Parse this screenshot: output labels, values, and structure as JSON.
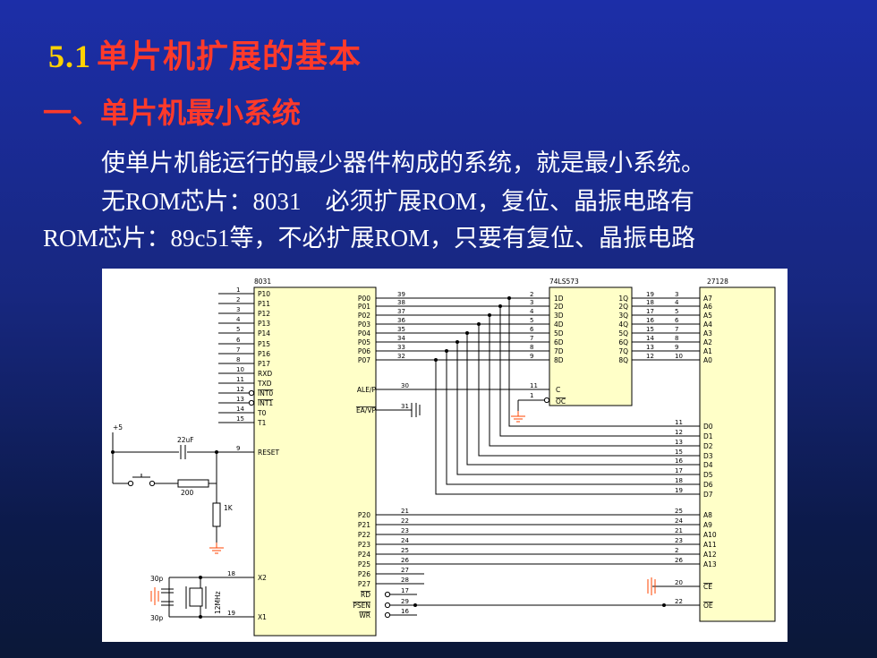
{
  "slide": {
    "title_num": "5.1",
    "title_text": "单片机扩展的基本",
    "subtitle": "一、单片机最小系统",
    "line1": "使单片机能运行的最少器件构成的系统，就是最小系统。",
    "line2": "无ROM芯片：8031　必须扩展ROM，复位、晶振电路有",
    "line3": "ROM芯片：89c51等，不必扩展ROM，只要有复位、晶振电路"
  },
  "colors": {
    "title_num": "#ffd200",
    "title_zh": "#ff3a2a",
    "text": "#ffffff",
    "chip_fill": "#ffffc8",
    "wire": "#000000",
    "ground": "#ff4400"
  },
  "diagram": {
    "chip1": {
      "name": "8031",
      "left_pins": [
        {
          "num": "1",
          "label": "P10"
        },
        {
          "num": "2",
          "label": "P11"
        },
        {
          "num": "3",
          "label": "P12"
        },
        {
          "num": "4",
          "label": "P13"
        },
        {
          "num": "5",
          "label": "P14"
        },
        {
          "num": "6",
          "label": "P15"
        },
        {
          "num": "7",
          "label": "P16"
        },
        {
          "num": "8",
          "label": "P17"
        },
        {
          "num": "10",
          "label": "RXD"
        },
        {
          "num": "11",
          "label": "TXD"
        },
        {
          "num": "12",
          "label": "INT0"
        },
        {
          "num": "13",
          "label": "INT1"
        },
        {
          "num": "14",
          "label": "T0"
        },
        {
          "num": "15",
          "label": "T1"
        }
      ],
      "reset": {
        "num": "9",
        "label": "RESET"
      },
      "x2": {
        "num": "18",
        "label": "X2"
      },
      "x1": {
        "num": "19",
        "label": "X1"
      },
      "p0_pins": [
        {
          "num": "39",
          "label": "P00"
        },
        {
          "num": "38",
          "label": "P01"
        },
        {
          "num": "37",
          "label": "P02"
        },
        {
          "num": "36",
          "label": "P03"
        },
        {
          "num": "35",
          "label": "P04"
        },
        {
          "num": "34",
          "label": "P05"
        },
        {
          "num": "33",
          "label": "P06"
        },
        {
          "num": "32",
          "label": "P07"
        }
      ],
      "ale": {
        "num": "30",
        "label": "ALE/P"
      },
      "ea": {
        "num": "31",
        "label": "EA/VP"
      },
      "p2_pins": [
        {
          "num": "21",
          "label": "P20"
        },
        {
          "num": "22",
          "label": "P21"
        },
        {
          "num": "23",
          "label": "P22"
        },
        {
          "num": "24",
          "label": "P23"
        },
        {
          "num": "25",
          "label": "P24"
        },
        {
          "num": "26",
          "label": "P25"
        },
        {
          "num": "27",
          "label": "P26"
        },
        {
          "num": "28",
          "label": "P27"
        }
      ],
      "rd": {
        "num": "17",
        "label": "RD"
      },
      "psen": {
        "num": "29",
        "label": "PSEN"
      },
      "wr": {
        "num": "16",
        "label": "WR"
      }
    },
    "chip2": {
      "name": "74LS573",
      "d_pins": [
        {
          "num": "2",
          "label": "1D"
        },
        {
          "num": "3",
          "label": "2D"
        },
        {
          "num": "4",
          "label": "3D"
        },
        {
          "num": "5",
          "label": "4D"
        },
        {
          "num": "6",
          "label": "5D"
        },
        {
          "num": "7",
          "label": "6D"
        },
        {
          "num": "8",
          "label": "7D"
        },
        {
          "num": "9",
          "label": "8D"
        }
      ],
      "q_pins": [
        {
          "num": "19",
          "label": "1Q"
        },
        {
          "num": "18",
          "label": "2Q"
        },
        {
          "num": "17",
          "label": "3Q"
        },
        {
          "num": "16",
          "label": "4Q"
        },
        {
          "num": "15",
          "label": "5Q"
        },
        {
          "num": "14",
          "label": "6Q"
        },
        {
          "num": "13",
          "label": "7Q"
        },
        {
          "num": "12",
          "label": "8Q"
        }
      ],
      "c": {
        "num": "11",
        "label": "C"
      },
      "oc": {
        "num": "1",
        "label": "OC"
      }
    },
    "chip3": {
      "name": "27128",
      "a_pins": [
        {
          "num": "3",
          "label": "A7"
        },
        {
          "num": "4",
          "label": "A6"
        },
        {
          "num": "5",
          "label": "A5"
        },
        {
          "num": "6",
          "label": "A4"
        },
        {
          "num": "7",
          "label": "A3"
        },
        {
          "num": "8",
          "label": "A2"
        },
        {
          "num": "9",
          "label": "A1"
        },
        {
          "num": "10",
          "label": "A0"
        }
      ],
      "d_pins": [
        {
          "num": "11",
          "label": "D0"
        },
        {
          "num": "12",
          "label": "D1"
        },
        {
          "num": "13",
          "label": "D2"
        },
        {
          "num": "15",
          "label": "D3"
        },
        {
          "num": "16",
          "label": "D4"
        },
        {
          "num": "17",
          "label": "D5"
        },
        {
          "num": "18",
          "label": "D6"
        },
        {
          "num": "19",
          "label": "D7"
        }
      ],
      "ah_pins": [
        {
          "num": "25",
          "label": "A8"
        },
        {
          "num": "24",
          "label": "A9"
        },
        {
          "num": "21",
          "label": "A10"
        },
        {
          "num": "23",
          "label": "A11"
        },
        {
          "num": "2",
          "label": "A12"
        },
        {
          "num": "26",
          "label": "A13"
        }
      ],
      "ce": {
        "num": "20",
        "label": "CE"
      },
      "oe": {
        "num": "22",
        "label": "OE"
      }
    },
    "components": {
      "vcc": "+5",
      "cap_reset": "22uF",
      "res_200": "200",
      "res_1k": "1K",
      "cap_top": "30p",
      "cap_bottom": "30p",
      "crystal": "12MHz"
    }
  }
}
